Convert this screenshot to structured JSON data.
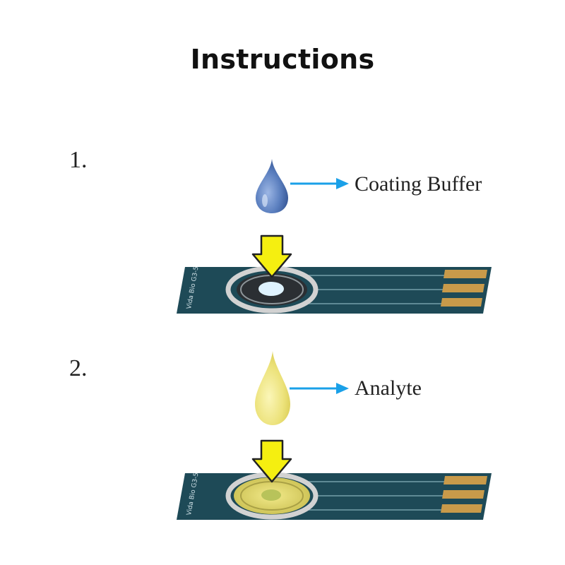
{
  "title": "Instructions",
  "steps": [
    {
      "number": "1.",
      "label": "Coating Buffer",
      "drop_color": "#5b7fbf"
    },
    {
      "number": "2.",
      "label": "Analyte",
      "drop_color": "#ece27a"
    }
  ],
  "strip_text": "Vida Bio G3-5",
  "colors": {
    "strip": "#1e4a57",
    "arrow_blue": "#1aa0e8",
    "arrow_yellow": "#f5ef10",
    "contact": "#c89a4a"
  }
}
